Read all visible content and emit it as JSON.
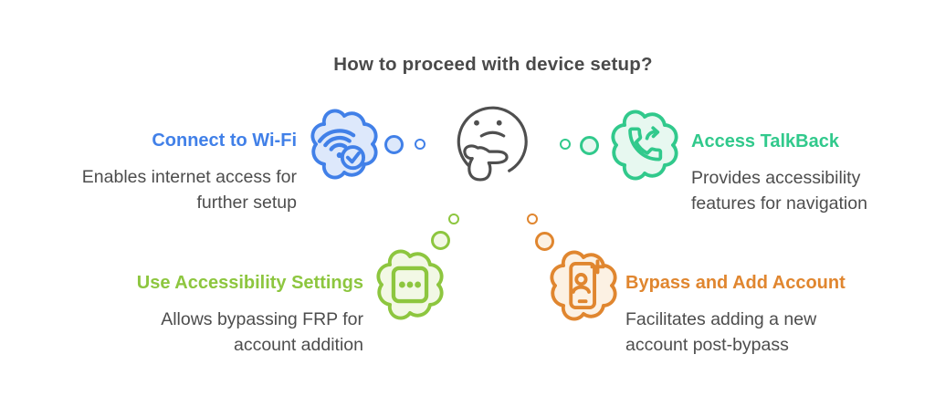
{
  "title": "How to proceed with device setup?",
  "center": {
    "icon": "thinking-face-icon"
  },
  "items": [
    {
      "id": "connect-wifi",
      "heading": "Connect to Wi-Fi",
      "desc_line1": "Enables internet access for",
      "desc_line2": "further setup",
      "icon": "wifi-check-icon",
      "accent": "#4180E8",
      "bubble_fill": "#DDE8FB"
    },
    {
      "id": "access-talkback",
      "heading": "Access TalkBack",
      "desc_line1": "Provides accessibility",
      "desc_line2": "features for navigation",
      "icon": "phone-forward-icon",
      "accent": "#31C98C",
      "bubble_fill": "#E7F8F0"
    },
    {
      "id": "use-accessibility-settings",
      "heading": "Use Accessibility Settings",
      "desc_line1": "Allows bypassing FRP for",
      "desc_line2": "account addition",
      "icon": "settings-dots-icon",
      "accent": "#8DC63F",
      "bubble_fill": "#F2F8E5"
    },
    {
      "id": "bypass-add-account",
      "heading": "Bypass and Add Account",
      "desc_line1": "Facilitates adding a new",
      "desc_line2": "account post-bypass",
      "icon": "phone-add-account-icon",
      "accent": "#E0862F",
      "bubble_fill": "#FCF1E3"
    }
  ],
  "colors": {
    "title_text": "#4A4A4A",
    "body_text": "#4D4D4D",
    "face_outline": "#4F4F4F",
    "blue": "#4180E8",
    "green": "#31C98C",
    "lime": "#8DC63F",
    "orange": "#E0862F"
  }
}
